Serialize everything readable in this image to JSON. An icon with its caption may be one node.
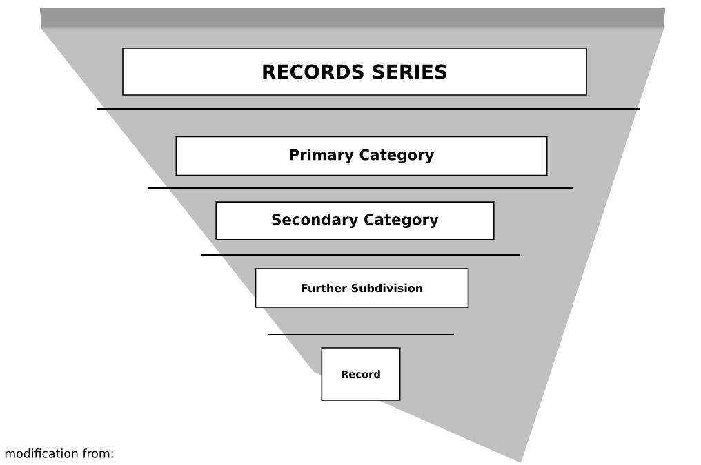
{
  "diagram": {
    "nodes": [
      {
        "text": [
          "RECORDS SERIES"
        ]
      },
      {
        "text": [
          "Primary Category"
        ]
      },
      {
        "text": [
          "Secondary Category"
        ]
      },
      {
        "text": [
          "Further Subdivision"
        ]
      },
      {
        "text": [
          "Record"
        ]
      }
    ],
    "labels": [
      "modification from:"
    ]
  }
}
